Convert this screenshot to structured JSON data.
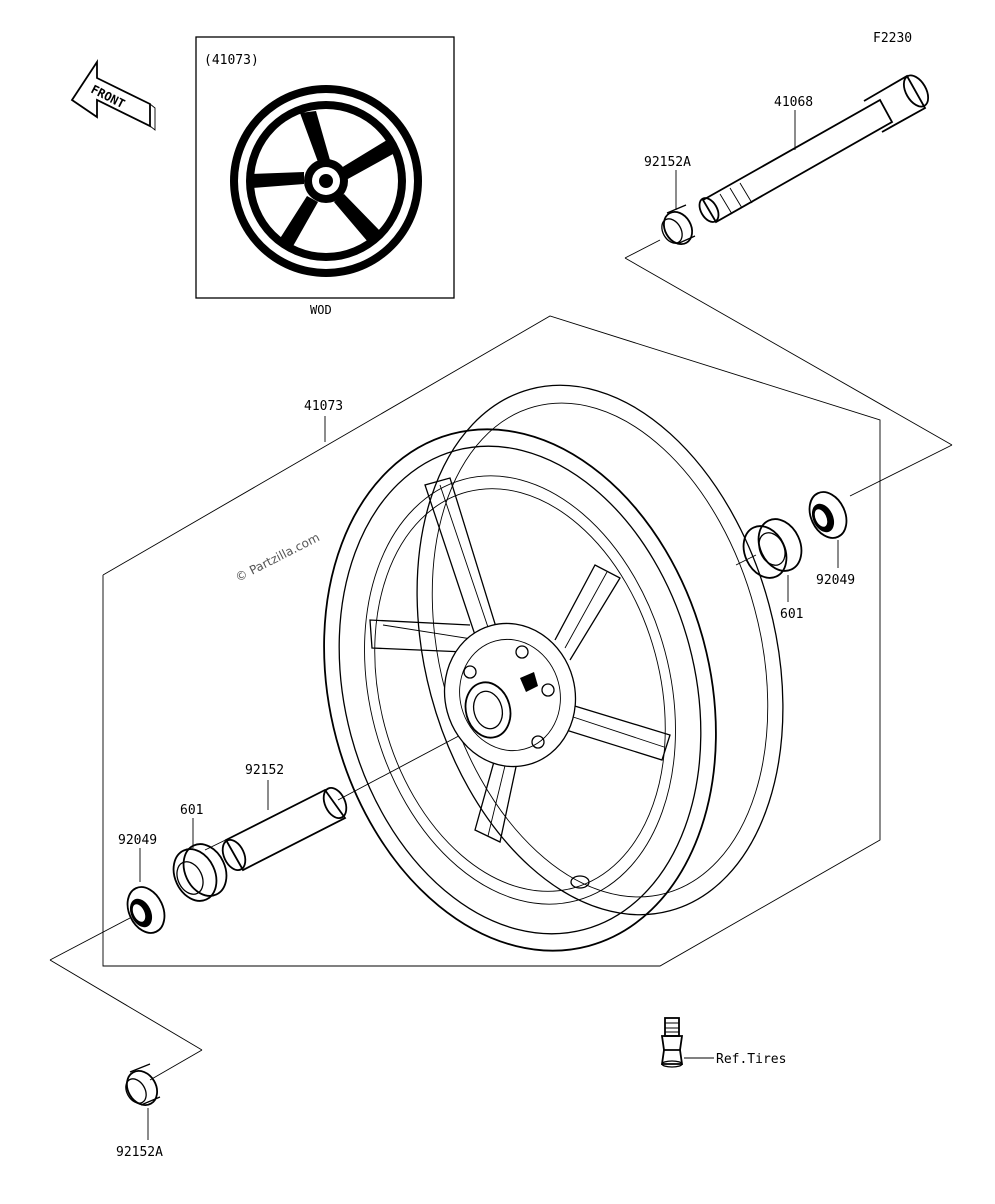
{
  "diagram": {
    "figure_code": "F2230",
    "front_label": "FRONT",
    "inset": {
      "part_label": "(41073)",
      "caption": "WOD"
    },
    "watermark": "© Partzilla.com",
    "parts": {
      "axle": "41068",
      "collar_top": "92152A",
      "wheel": "41073",
      "seal_right": "92049",
      "bearing_right": "601",
      "spacer": "92152",
      "bearing_left": "601",
      "seal_left": "92049",
      "collar_bottom": "92152A",
      "valve_ref": "Ref.Tires"
    }
  }
}
